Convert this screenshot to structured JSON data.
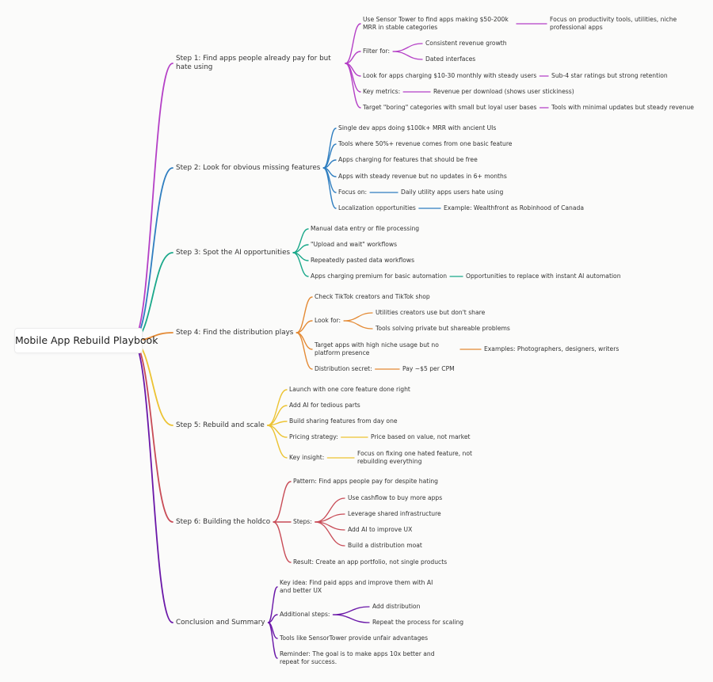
{
  "root": "Mobile App Rebuild Playbook",
  "colors": {
    "step1": "#b43fc6",
    "step2": "#2f7ec0",
    "step3": "#1aa88a",
    "step4": "#e48a34",
    "step5": "#ecc332",
    "step6": "#c84b56",
    "conclusion": "#6a17a8"
  },
  "branches": [
    {
      "label": "Step 1: Find apps people already pay for but hate using",
      "children": [
        {
          "label": "Use Sensor Tower to find apps making $50-200k MRR in stable categories",
          "children": [
            {
              "label": "Focus on productivity tools, utilities, niche professional apps"
            }
          ]
        },
        {
          "label": "Filter for:",
          "children": [
            {
              "label": "Consistent revenue growth"
            },
            {
              "label": "Dated interfaces"
            }
          ]
        },
        {
          "label": "Look for apps charging $10-30 monthly with steady users",
          "children": [
            {
              "label": "Sub-4 star ratings but strong retention"
            }
          ]
        },
        {
          "label": "Key metrics:",
          "children": [
            {
              "label": "Revenue per download (shows user stickiness)"
            }
          ]
        },
        {
          "label": "Target \"boring\" categories with small but loyal user bases",
          "children": [
            {
              "label": "Tools with minimal updates but steady revenue"
            }
          ]
        }
      ]
    },
    {
      "label": "Step 2: Look for obvious missing features",
      "children": [
        {
          "label": "Single dev apps doing $100k+ MRR with ancient UIs"
        },
        {
          "label": "Tools where 50%+ revenue comes from one basic feature"
        },
        {
          "label": "Apps charging for features that should be free"
        },
        {
          "label": "Apps with steady revenue but no updates in 6+ months"
        },
        {
          "label": "Focus on:",
          "children": [
            {
              "label": "Daily utility apps users hate using"
            }
          ]
        },
        {
          "label": "Localization opportunities",
          "children": [
            {
              "label": "Example: Wealthfront as Robinhood of Canada"
            }
          ]
        }
      ]
    },
    {
      "label": "Step 3: Spot the AI opportunities",
      "children": [
        {
          "label": "Manual data entry or file processing"
        },
        {
          "label": "\"Upload and wait\" workflows"
        },
        {
          "label": "Repeatedly pasted data workflows"
        },
        {
          "label": "Apps charging premium for basic automation",
          "children": [
            {
              "label": "Opportunities to replace with instant AI automation"
            }
          ]
        }
      ]
    },
    {
      "label": "Step 4: Find the distribution plays",
      "children": [
        {
          "label": "Check TikTok creators and TikTok shop"
        },
        {
          "label": "Look for:",
          "children": [
            {
              "label": "Utilities creators use but don't share"
            },
            {
              "label": "Tools solving private but shareable problems"
            }
          ]
        },
        {
          "label": "Target apps with high niche usage but no platform presence",
          "children": [
            {
              "label": "Examples: Photographers, designers, writers"
            }
          ]
        },
        {
          "label": "Distribution secret:",
          "children": [
            {
              "label": "Pay ~$5 per CPM"
            }
          ]
        }
      ]
    },
    {
      "label": "Step 5: Rebuild and scale",
      "children": [
        {
          "label": "Launch with one core feature done right"
        },
        {
          "label": "Add AI for tedious parts"
        },
        {
          "label": "Build sharing features from day one"
        },
        {
          "label": "Pricing strategy:",
          "children": [
            {
              "label": "Price based on value, not market"
            }
          ]
        },
        {
          "label": "Key insight:",
          "children": [
            {
              "label": "Focus on fixing one hated feature, not rebuilding everything"
            }
          ]
        }
      ]
    },
    {
      "label": "Step 6: Building the holdco",
      "children": [
        {
          "label": "Pattern: Find apps people pay for despite hating"
        },
        {
          "label": "Steps:",
          "children": [
            {
              "label": "Use cashflow to buy more apps"
            },
            {
              "label": "Leverage shared infrastructure"
            },
            {
              "label": "Add AI to improve UX"
            },
            {
              "label": "Build a distribution moat"
            }
          ]
        },
        {
          "label": "Result: Create an app portfolio, not single products"
        }
      ]
    },
    {
      "label": "Conclusion and Summary",
      "children": [
        {
          "label": "Key idea: Find paid apps and improve them with AI and better UX"
        },
        {
          "label": "Additional steps:",
          "children": [
            {
              "label": "Add distribution"
            },
            {
              "label": "Repeat the process for scaling"
            }
          ]
        },
        {
          "label": "Tools like SensorTower provide unfair advantages"
        },
        {
          "label": "Reminder: The goal is to make apps 10x better and repeat for success."
        }
      ]
    }
  ]
}
